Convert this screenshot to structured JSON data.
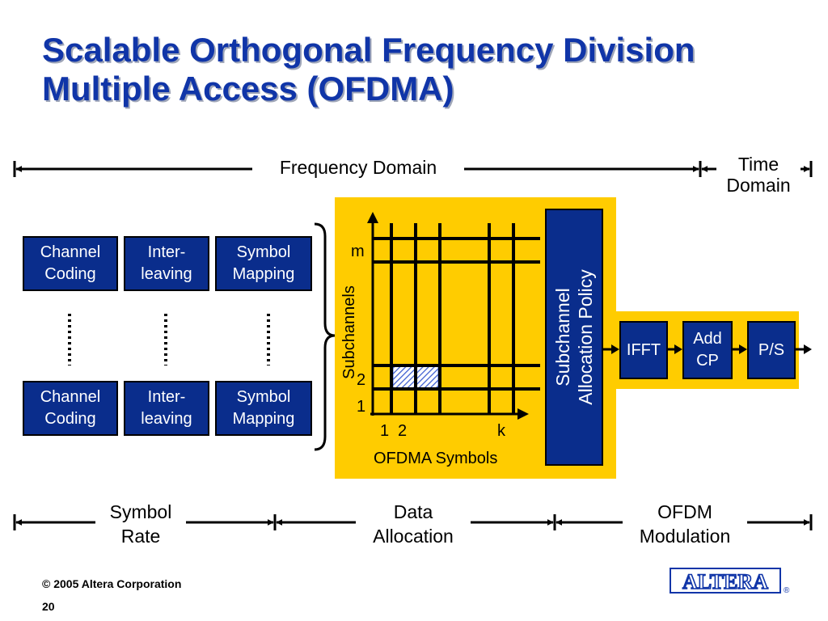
{
  "title": {
    "line1": "Scalable Orthogonal Frequency Division",
    "line2": "Multiple Access (OFDMA)"
  },
  "top_dimensions": {
    "frequency_domain": "Frequency Domain",
    "time_domain_line1": "Time",
    "time_domain_line2": "Domain"
  },
  "blocks": {
    "channel_coding_1": "Channel",
    "channel_coding_2": "Coding",
    "interleaving_1": "Inter-",
    "interleaving_2": "leaving",
    "symbol_mapping_1": "Symbol",
    "symbol_mapping_2": "Mapping",
    "ifft": "IFFT",
    "add_cp_1": "Add",
    "add_cp_2": "CP",
    "ps": "P/S",
    "subchannel_policy_1": "Subchannel",
    "subchannel_policy_2": "Allocation Policy"
  },
  "grid": {
    "y_axis_label": "Subchannels",
    "x_axis_label": "OFDMA Symbols",
    "y_tick_m": "m",
    "y_tick_2": "2",
    "y_tick_1": "1",
    "x_tick_1": "1",
    "x_tick_2": "2",
    "x_tick_k": "k"
  },
  "bottom_dimensions": {
    "symbol_rate_1": "Symbol",
    "symbol_rate_2": "Rate",
    "data_allocation_1": "Data",
    "data_allocation_2": "Allocation",
    "ofdm_modulation_1": "OFDM",
    "ofdm_modulation_2": "Modulation"
  },
  "footer": {
    "copyright": "© 2005 Altera Corporation",
    "page_number": "20"
  },
  "logo": {
    "text": "ALTERA",
    "registered": "®"
  },
  "colors": {
    "title": "#1035a8",
    "block_fill": "#0a2d8c",
    "highlight": "#ffcc00",
    "hatch": "#3a5bd0"
  }
}
